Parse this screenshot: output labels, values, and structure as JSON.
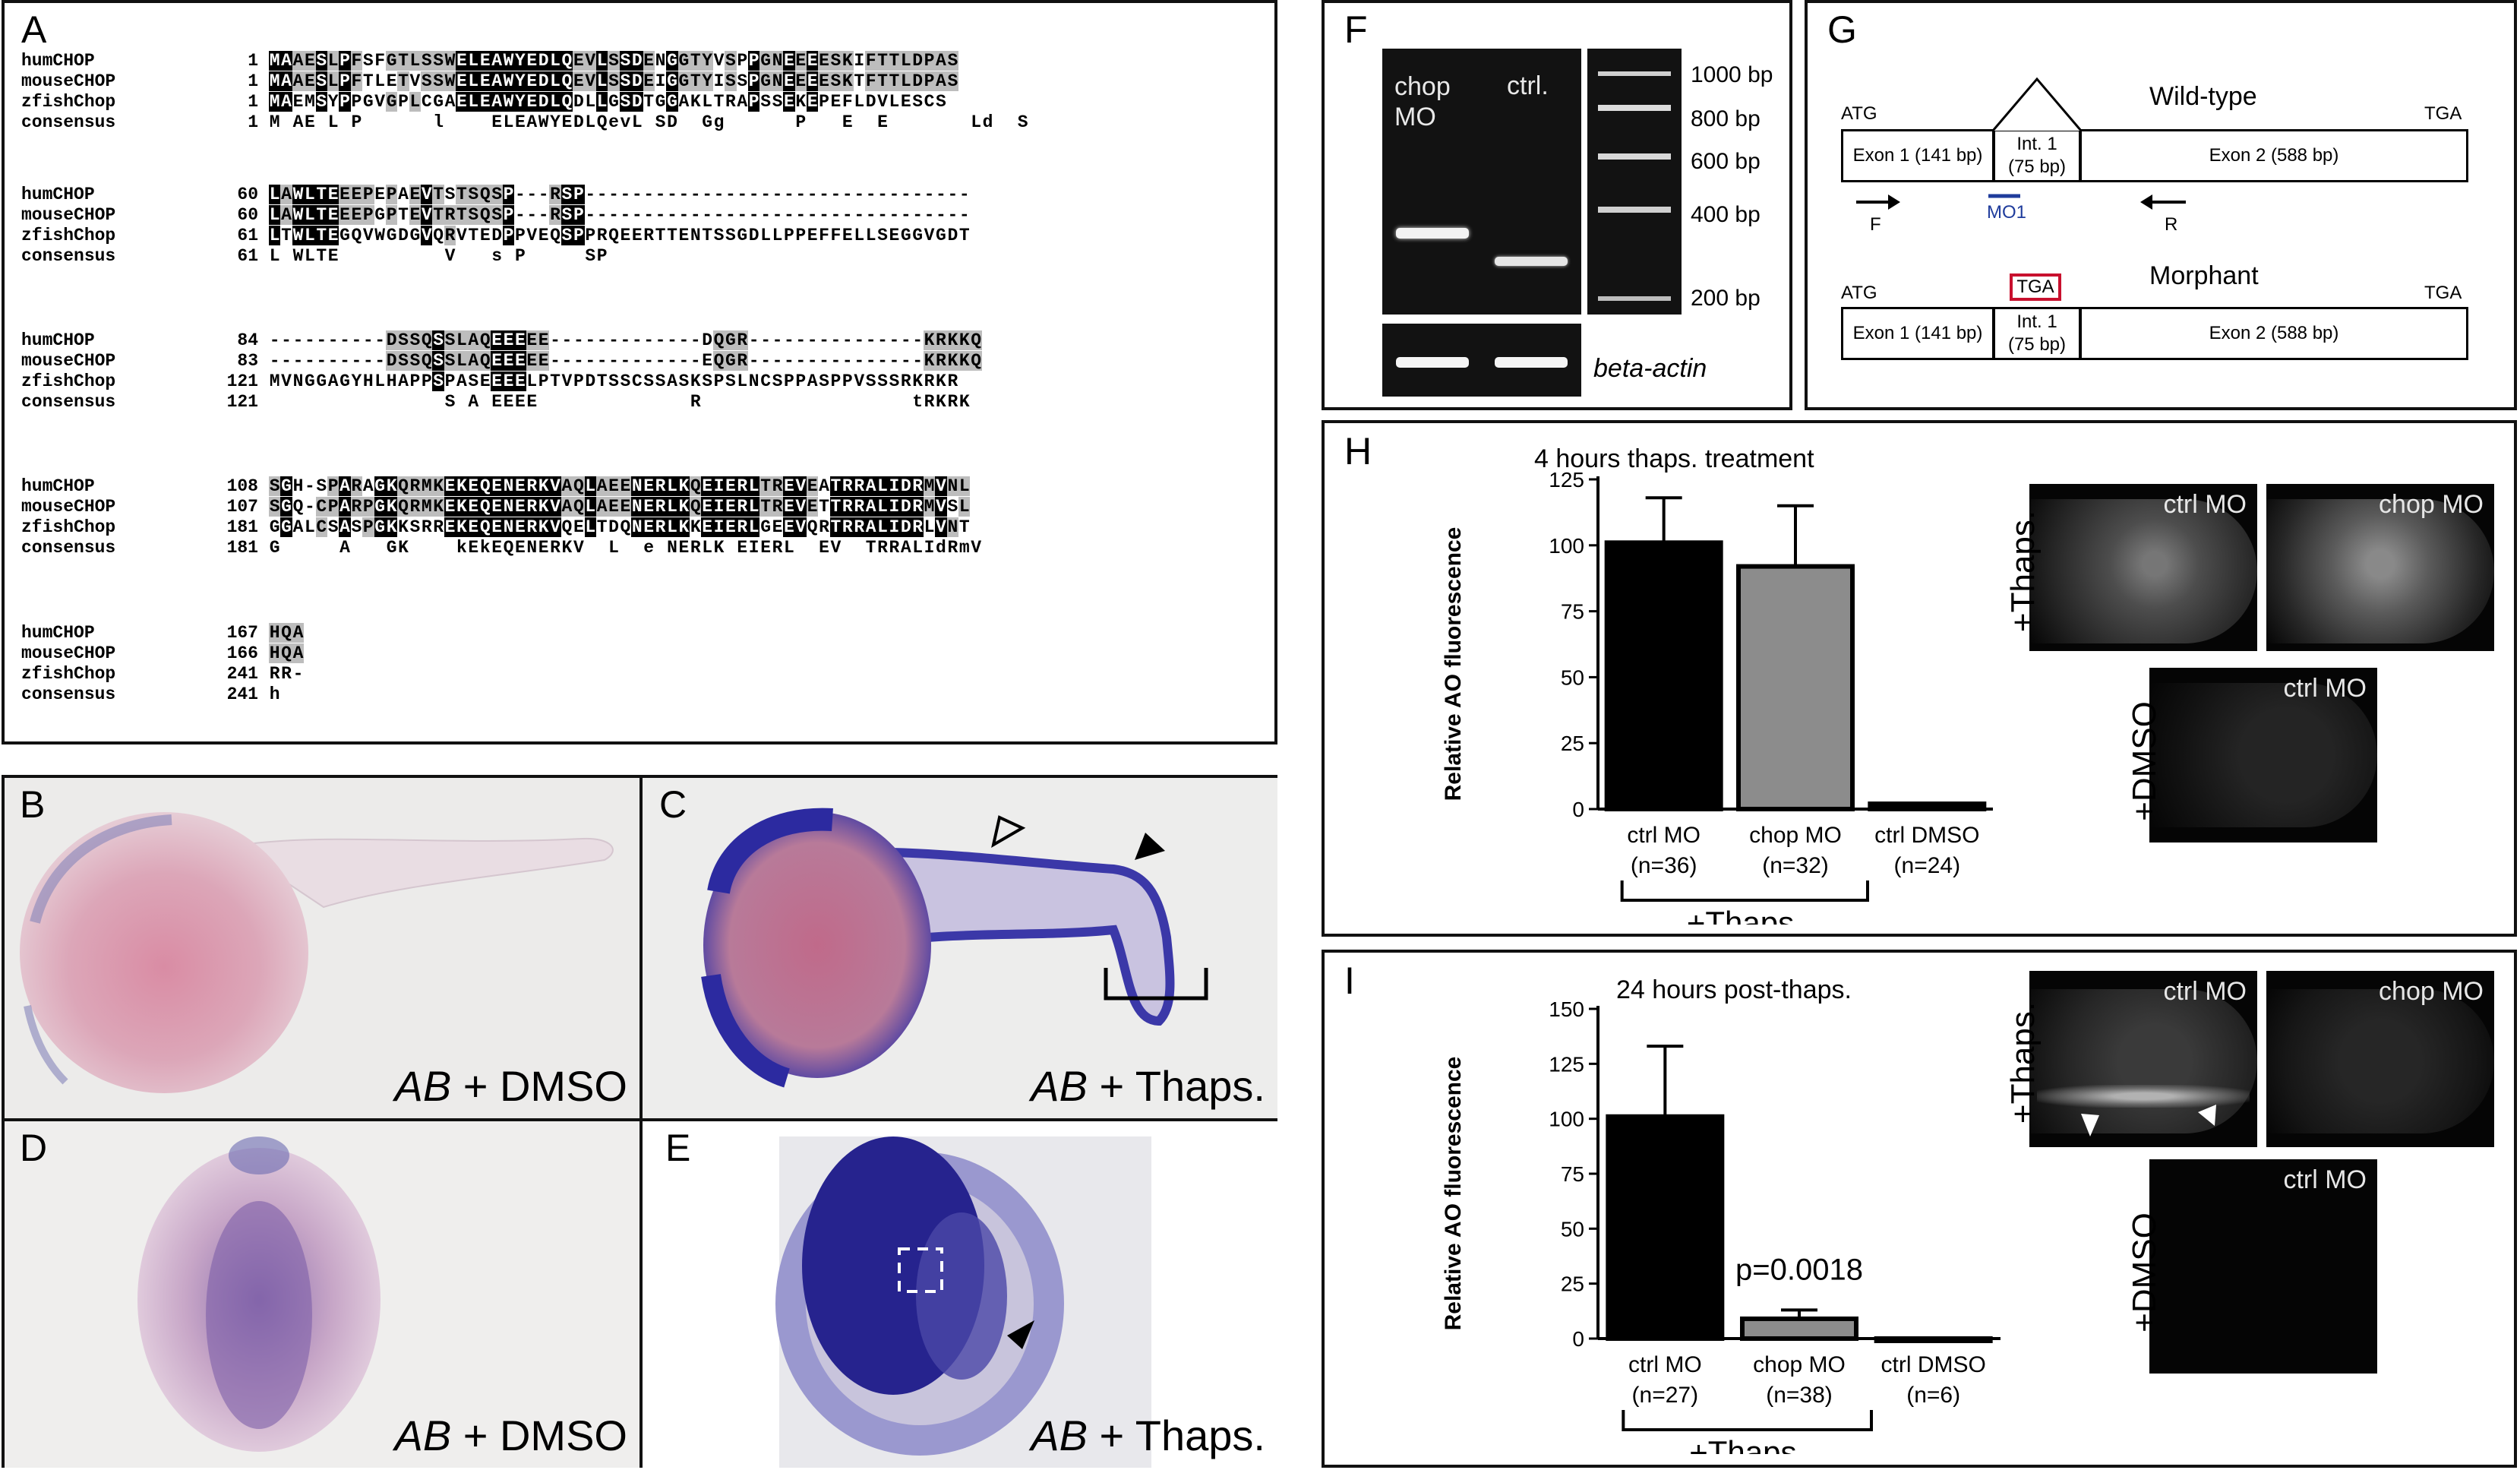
{
  "panels": {
    "A": "A",
    "B": "B",
    "C": "C",
    "D": "D",
    "E": "E",
    "F": "F",
    "G": "G",
    "H": "H",
    "I": "I"
  },
  "alignment": {
    "blocks": [
      {
        "rows": [
          {
            "name": "humCHOP",
            "num": "1",
            "seq": "MAAESLPFSFGTLSSWELEAWYEDLQEVLSSDENGGTYVSPPGNEEEESKIFTTLDPAS"
          },
          {
            "name": "mouseCHOP",
            "num": "1",
            "seq": "MAAESLPFTLETVSSWELEAWYEDLQEVLSSDEIGGTYISSPGNEEEESKTFTTLDPAS"
          },
          {
            "name": "zfishChop",
            "num": "1",
            "seq": "MAEMSYPPGVGPLCGAELEAWYEDLQDLLGSDTGGAKLTRAPSSEKEPEFLDVLESCS"
          },
          {
            "name": "consensus",
            "num": "1",
            "seq": "M AE L P      l    ELEAWYEDLQevL SD  Gg      P   E  E       Ld  S"
          }
        ]
      },
      {
        "rows": [
          {
            "name": "humCHOP",
            "num": "60",
            "seq": "LAWLTEEEPEPAEVTSTSQSP---RSP---------------------------------"
          },
          {
            "name": "mouseCHOP",
            "num": "60",
            "seq": "LAWLTEEEPGPTEVTRTSQSP---RSP---------------------------------"
          },
          {
            "name": "zfishChop",
            "num": "61",
            "seq": "LTWLTEGQVWGDGVQRVTEDPPVEQSPPRQEERTTENTSSGDLLPPEFFELLSEGGVGDT"
          },
          {
            "name": "consensus",
            "num": "61",
            "seq": "L WLTE         V   s P     SP"
          }
        ]
      },
      {
        "rows": [
          {
            "name": "humCHOP",
            "num": "84",
            "seq": "----------DSSQSSLAQEEEEE-------------DQGR---------------KRKKQ"
          },
          {
            "name": "mouseCHOP",
            "num": "83",
            "seq": "----------DSSQSSLAQEEEEE-------------EQGR---------------KRKKQ"
          },
          {
            "name": "zfishChop",
            "num": "121",
            "seq": "MVNGGAGYHLHAPPSPASEEEELPTVPDTSSCSSASKSPSLNCSPPASPPVSSSRKRKR"
          },
          {
            "name": "consensus",
            "num": "121",
            "seq": "               S A EEEE             R                  tRKRK"
          }
        ]
      },
      {
        "rows": [
          {
            "name": "humCHOP",
            "num": "108",
            "seq": "SGH-SPARAGKQRMKEKEQENERKVAQLAEENERLKQEIERLTREVEATRRALIDRMVNL"
          },
          {
            "name": "mouseCHOP",
            "num": "107",
            "seq": "SGQ-CPARPGKQRMKEKEQENERKVAQLAEENERLKQEIERLTREVETTRRALIDRMVSL"
          },
          {
            "name": "zfishChop",
            "num": "181",
            "seq": "GGALCSASPGKKSRREKEQENERKVQELTDQNERLKKEIERLGEEVQRTRRALIDRLVNT"
          },
          {
            "name": "consensus",
            "num": "181",
            "seq": "G     A   GK    kEkEQENERKV  L  e NERLK EIERL  EV  TRRALIdRmV"
          }
        ]
      },
      {
        "rows": [
          {
            "name": "humCHOP",
            "num": "167",
            "seq": "HQA"
          },
          {
            "name": "mouseCHOP",
            "num": "166",
            "seq": "HQA"
          },
          {
            "name": "zfishChop",
            "num": "241",
            "seq": "RR-"
          },
          {
            "name": "consensus",
            "num": "241",
            "seq": "h"
          }
        ]
      }
    ]
  },
  "embryos": {
    "B_caption_italic": "AB",
    "B_caption_rest": " + DMSO",
    "C_caption_italic": "AB",
    "C_caption_rest": " + Thaps.",
    "D_caption_italic": "AB",
    "D_caption_rest": " + DMSO",
    "E_caption_italic": "AB",
    "E_caption_rest": " + Thaps."
  },
  "gel": {
    "lane1_label_line1": "chop",
    "lane1_label_line2": "MO",
    "lane2_label": "ctrl.",
    "ladder": [
      "1000 bp",
      "800 bp",
      "600 bp",
      "400 bp",
      "200 bp"
    ],
    "bottom_label": "beta-actin"
  },
  "gene": {
    "wt_title": "Wild-type",
    "morph_title": "Morphant",
    "atg": "ATG",
    "tga": "TGA",
    "exon1": "Exon 1 (141 bp)",
    "intron_line1": "Int. 1",
    "intron_line2": "(75 bp)",
    "exon2": "Exon 2 (588 bp)",
    "primer_f": "F",
    "primer_r": "R",
    "mo": "MO1",
    "stop_box": "TGA",
    "colors": {
      "mo": "#1f3c9c",
      "stop_box": "#c8102e"
    }
  },
  "micro_labels": {
    "ctrl": "ctrl MO",
    "chop": "chop MO",
    "thaps": "+Thaps.",
    "dmso": "+DMSO"
  },
  "chart_data": [
    {
      "type": "bar",
      "panel": "H",
      "title": "4 hours thaps. treatment",
      "ylabel": "Relative  AO fluorescence",
      "ylim": [
        0,
        125
      ],
      "yticks": [
        "0",
        "25",
        "50",
        "75",
        "100",
        "125"
      ],
      "categories": [
        "ctrl MO\n(n=36)",
        "chop MO\n(n=32)",
        "ctrl DMSO\n(n=24)"
      ],
      "values": [
        101,
        92,
        2
      ],
      "errors": [
        17,
        23,
        0
      ],
      "colors": [
        "#000000",
        "#8c8c8c",
        "#000000"
      ],
      "group_label": "+Thaps.",
      "annotation": ""
    },
    {
      "type": "bar",
      "panel": "I",
      "title": "24  hours post-thaps.",
      "ylabel": "Relative AO fluorescence",
      "ylim": [
        0,
        150
      ],
      "yticks": [
        "0",
        "25",
        "50",
        "75",
        "100",
        "125",
        "150"
      ],
      "categories": [
        "ctrl MO\n(n=27)",
        "chop MO\n(n=38)",
        "ctrl DMSO\n(n=6)"
      ],
      "values": [
        101,
        9,
        0
      ],
      "errors": [
        32,
        4,
        0
      ],
      "colors": [
        "#000000",
        "#8c8c8c",
        "#000000"
      ],
      "group_label": "+Thaps.",
      "annotation": "p=0.0018"
    }
  ]
}
